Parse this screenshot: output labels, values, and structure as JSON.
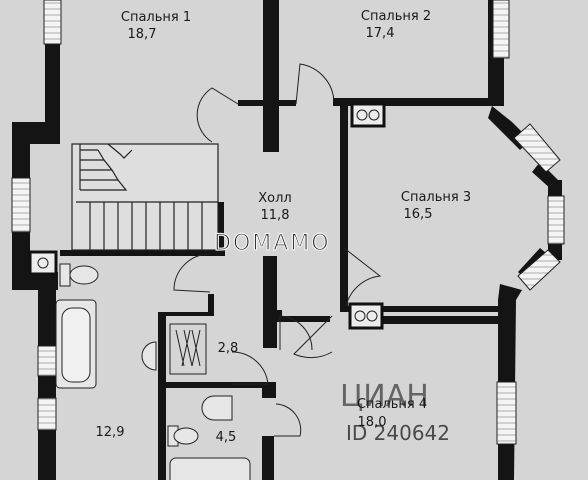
{
  "plan": {
    "rooms": [
      {
        "id": "bedroom1",
        "name": "Спальня 1",
        "area": "18,7"
      },
      {
        "id": "bedroom2",
        "name": "Спальня 2",
        "area": "17,4"
      },
      {
        "id": "hall",
        "name": "Холл",
        "area": "11,8"
      },
      {
        "id": "bedroom3",
        "name": "Спальня 3",
        "area": "16,5"
      },
      {
        "id": "bedroom4",
        "name": "Спальня 4",
        "area": "18,0"
      },
      {
        "id": "closet",
        "name": "",
        "area": "2,8"
      },
      {
        "id": "wc",
        "name": "",
        "area": "4,5"
      },
      {
        "id": "bathroom",
        "name": "",
        "area": "12,9"
      }
    ],
    "watermarks": {
      "primary": "DOMAMO",
      "secondary": "ЦИАН",
      "listing_id": "ID 240642"
    }
  }
}
